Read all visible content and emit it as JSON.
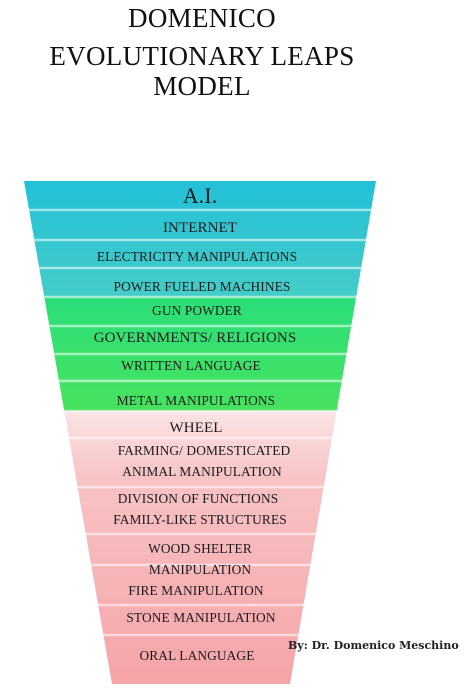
{
  "title": {
    "line1": "DOMENICO",
    "line2": "EVOLUTIONARY LEAPS MODEL"
  },
  "levels": [
    "A.I.",
    "INTERNET",
    "ELECTRICITY MANIPULATIONS",
    "POWER FUELED MACHINES",
    "GUN POWDER",
    "GOVERNMENTS/ RELIGIONS",
    "WRITTEN LANGUAGE",
    "METAL MANIPULATIONS",
    "WHEEL",
    "FARMING/ DOMESTICATED",
    "ANIMAL MANIPULATION",
    "DIVISION OF FUNCTIONS",
    "FAMILY-LIKE STRUCTURES",
    "WOOD SHELTER",
    "MANIPULATION",
    "FIRE MANIPULATION",
    "STONE MANIPULATION",
    "ORAL LANGUAGE"
  ],
  "byline": "By: Dr. Domenico Meschino",
  "colors": {
    "ai_era": "#27c2d6",
    "ancient_era": "#2ee073",
    "primal_era": "#f7aeb1"
  }
}
